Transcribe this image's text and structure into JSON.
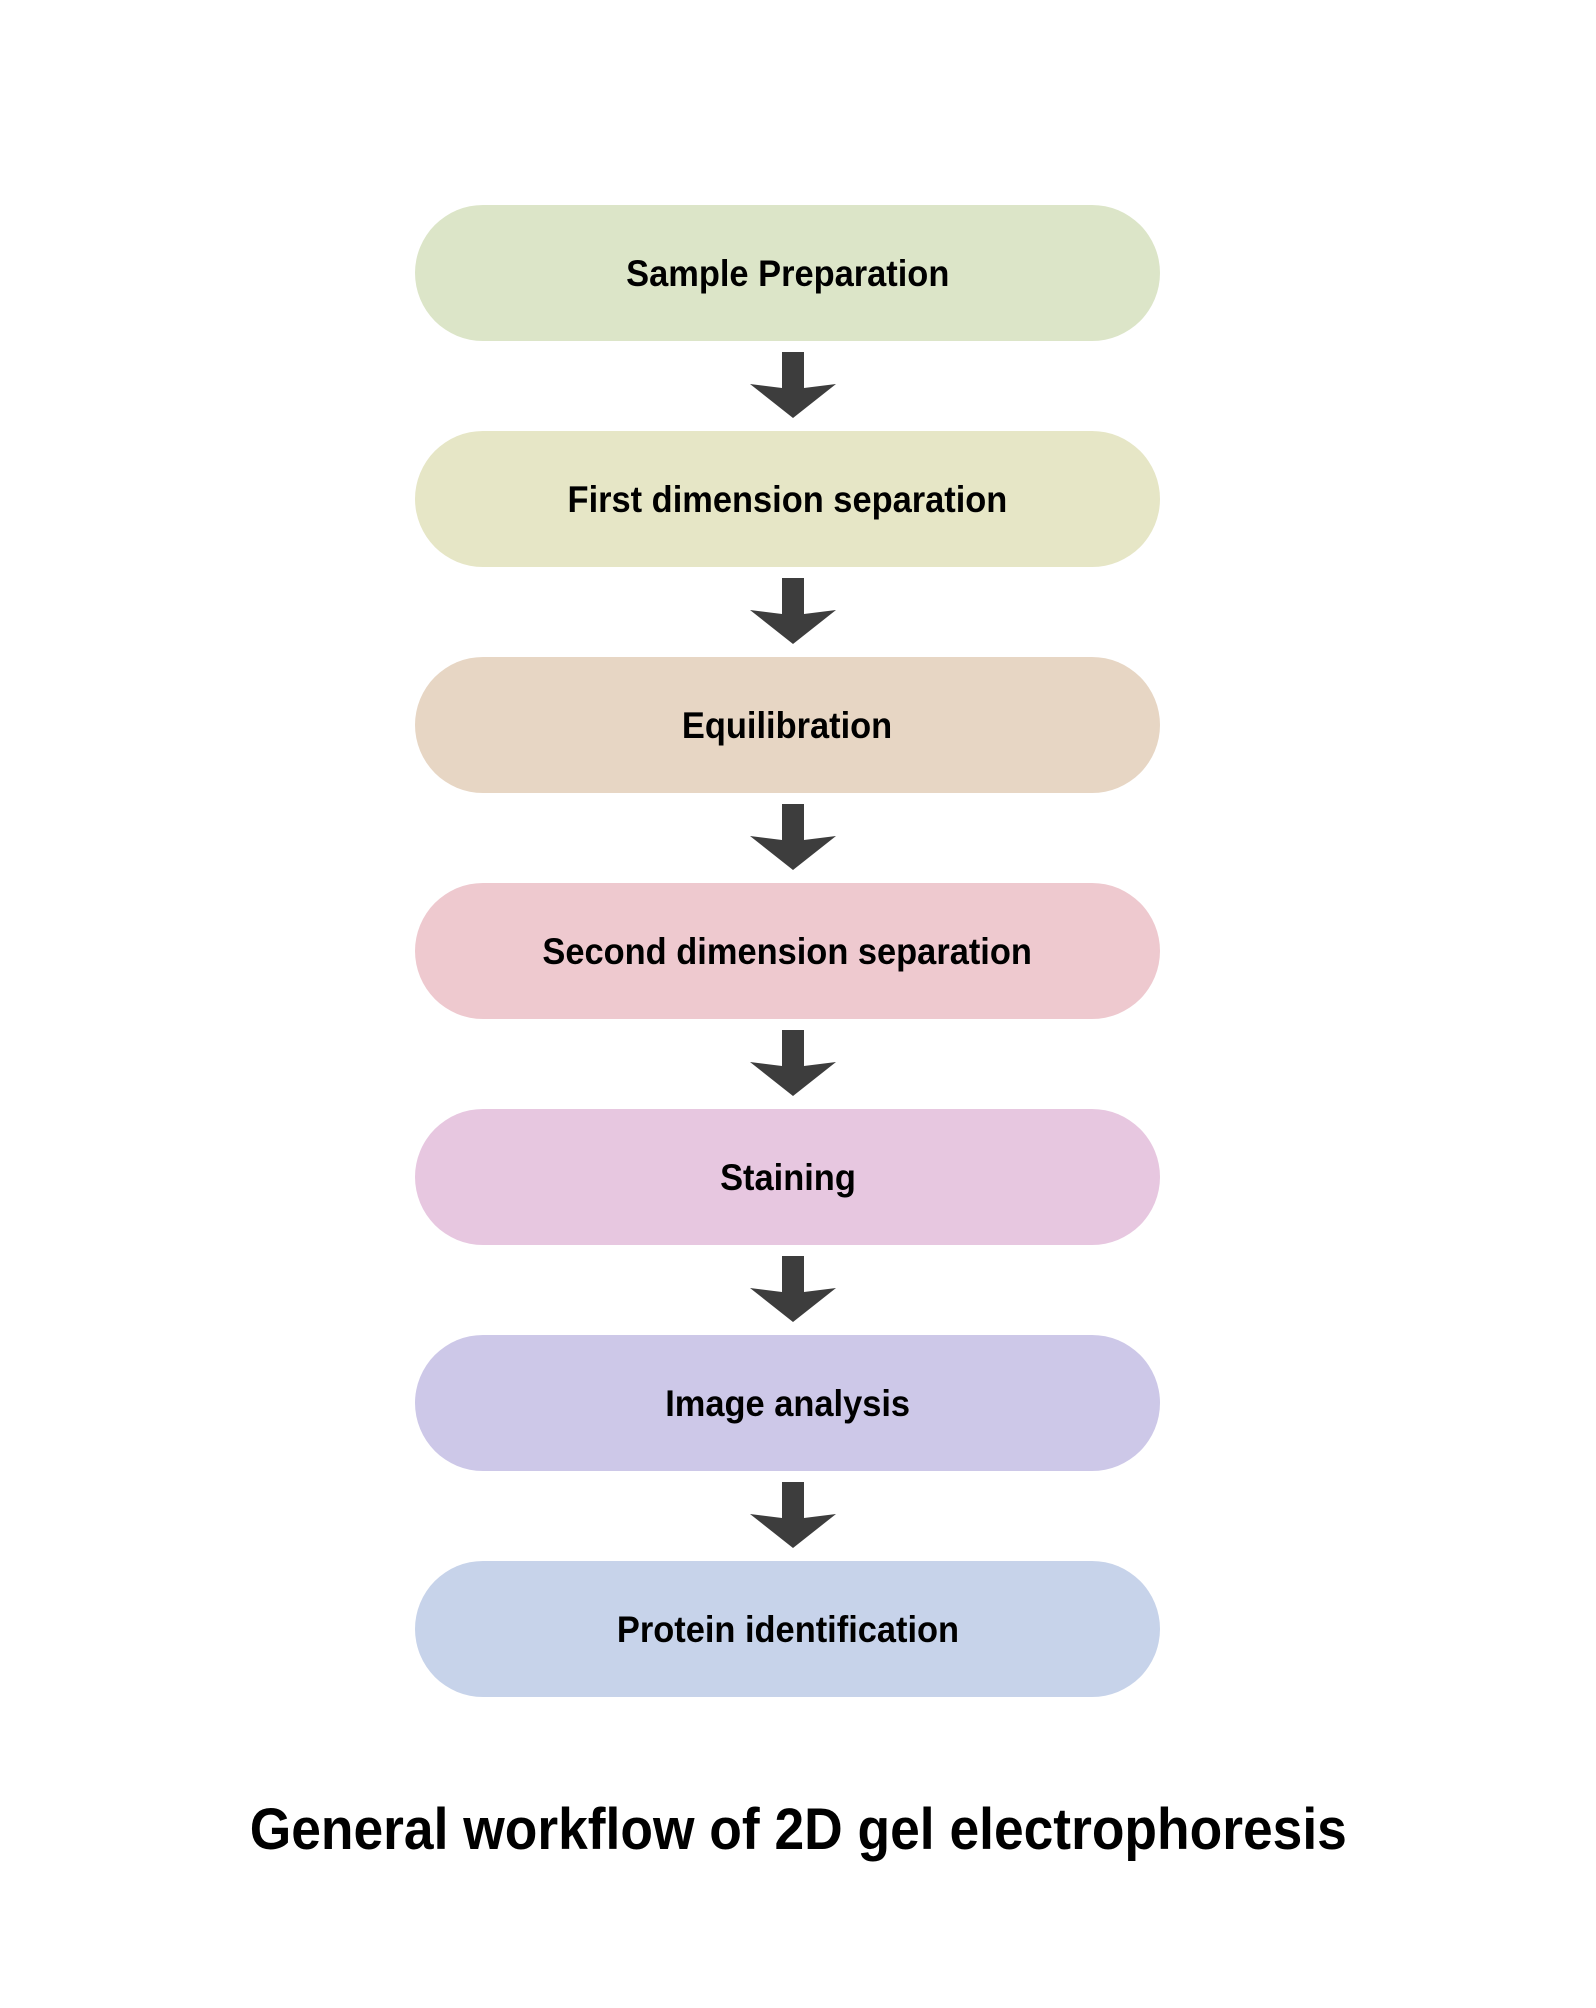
{
  "figure": {
    "caption": "General workflow of 2D gel electrophoresis",
    "background_color": "#ffffff",
    "arrow_color": "#3d3d3d",
    "text_color": "#000000"
  },
  "flow": {
    "steps": [
      {
        "label": "Sample Preparation",
        "color": "#dce5c8"
      },
      {
        "label": "First dimension separation",
        "color": "#e6e6c6"
      },
      {
        "label": "Equilibration",
        "color": "#e7d6c4"
      },
      {
        "label": "Second dimension separation",
        "color": "#eec9cf"
      },
      {
        "label": "Staining",
        "color": "#e7c7e0"
      },
      {
        "label": "Image analysis",
        "color": "#cdc8e8"
      },
      {
        "label": "Protein identification",
        "color": "#c7d3ea"
      }
    ],
    "connectors": [
      {
        "name": "arrow-1"
      },
      {
        "name": "arrow-2"
      },
      {
        "name": "arrow-3"
      },
      {
        "name": "arrow-4"
      },
      {
        "name": "arrow-5"
      },
      {
        "name": "arrow-6"
      }
    ]
  },
  "chart_data": {
    "type": "diagram",
    "title": "General workflow of 2D gel electrophoresis",
    "orientation": "vertical-top-to-bottom",
    "node_count": 7,
    "edge_count": 6,
    "nodes": [
      "Sample Preparation",
      "First dimension separation",
      "Equilibration",
      "Second dimension separation",
      "Staining",
      "Image analysis",
      "Protein identification"
    ],
    "edges": [
      [
        "Sample Preparation",
        "First dimension separation"
      ],
      [
        "First dimension separation",
        "Equilibration"
      ],
      [
        "Equilibration",
        "Second dimension separation"
      ],
      [
        "Second dimension separation",
        "Staining"
      ],
      [
        "Staining",
        "Image analysis"
      ],
      [
        "Image analysis",
        "Protein identification"
      ]
    ]
  }
}
